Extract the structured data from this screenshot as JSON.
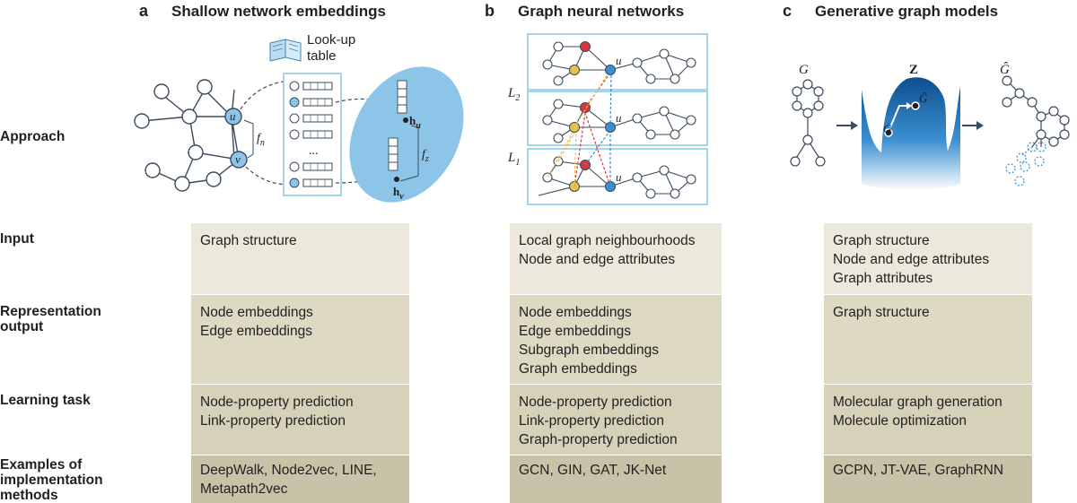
{
  "columns": [
    {
      "letter": "a",
      "title": "Shallow network embeddings"
    },
    {
      "letter": "b",
      "title": "Graph neural networks"
    },
    {
      "letter": "c",
      "title": "Generative graph models"
    }
  ],
  "rows": {
    "approach": "Approach",
    "input": "Input",
    "output_line1": "Representation",
    "output_line2": "output",
    "task": "Learning task",
    "examples_line1": "Examples of",
    "examples_line2": "implementation",
    "examples_line3": "methods"
  },
  "cells": {
    "input": [
      [
        "Graph structure"
      ],
      [
        "Local graph neighbourhoods",
        "Node and edge attributes"
      ],
      [
        "Graph structure",
        "Node and edge attributes",
        "Graph attributes"
      ]
    ],
    "output": [
      [
        "Node embeddings",
        "Edge embeddings"
      ],
      [
        "Node embeddings",
        "Edge embeddings",
        "Subgraph embeddings",
        "Graph embeddings"
      ],
      [
        "Graph structure"
      ]
    ],
    "task": [
      [
        "Node-property prediction",
        "Link-property prediction"
      ],
      [
        "Node-property prediction",
        "Link-property prediction",
        "Graph-property prediction"
      ],
      [
        "Molecular graph generation",
        "Molecule optimization"
      ]
    ],
    "examples": [
      [
        "DeepWalk, Node2vec, LINE,",
        "Metapath2vec"
      ],
      [
        "GCN, GIN, GAT, JK-Net"
      ],
      [
        "GCPN, JT-VAE, GraphRNN"
      ]
    ]
  },
  "diagram_a": {
    "lookup_line1": "Look-up",
    "lookup_line2": "table",
    "node_u": "u",
    "node_v": "v",
    "f_n": "f",
    "f_n_sub": "n",
    "f_z": "f",
    "f_z_sub": "z",
    "h": "h",
    "h_u_sub": "u",
    "h_v_sub": "v",
    "dots": "..."
  },
  "diagram_b": {
    "layer2": "L",
    "layer2_sub": "2",
    "layer1": "L",
    "layer1_sub": "1",
    "node_u": "u"
  },
  "diagram_c": {
    "g_label": "G",
    "z_label": "Z",
    "g_in": "G",
    "g_hat": "Ĝ"
  },
  "colors": {
    "accent_blue": "#8dc5e8",
    "node_blue": "#3a8fd0",
    "node_red": "#d8363e",
    "node_yellow": "#e8c34a",
    "line": "#3b4a5c",
    "panel_border": "#7fc3e6"
  }
}
